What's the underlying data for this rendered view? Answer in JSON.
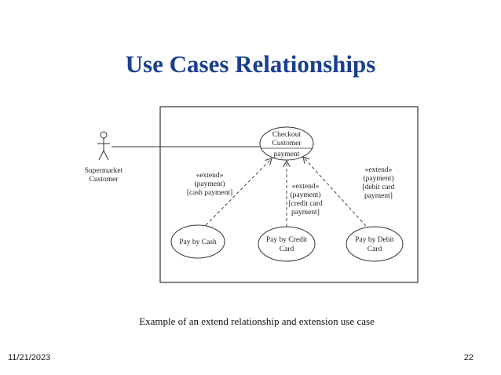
{
  "slide": {
    "title": "Use Cases Relationships",
    "caption": "Example of an extend  relationship and extension  use case",
    "date": "11/21/2023",
    "page_number": "22"
  },
  "diagram": {
    "actor": {
      "lines": [
        "Supermarket",
        "Customer"
      ]
    },
    "base_use_case": {
      "name_lines": [
        "Checkout",
        "Customer"
      ],
      "extension_point": "payment"
    },
    "extension_use_cases": [
      {
        "name_lines": [
          "Pay by Cash"
        ],
        "relationship_lines": [
          "«extend»",
          "(payment)",
          "[cash payment]"
        ]
      },
      {
        "name_lines": [
          "Pay by Credit",
          "Card"
        ],
        "relationship_lines": [
          "«extend»",
          "(payment)",
          "[credit card",
          "payment]"
        ]
      },
      {
        "name_lines": [
          "Pay by Debit",
          "Card"
        ],
        "relationship_lines": [
          "«extend»",
          "(payment)",
          "[debit card",
          "payment]"
        ]
      }
    ]
  }
}
